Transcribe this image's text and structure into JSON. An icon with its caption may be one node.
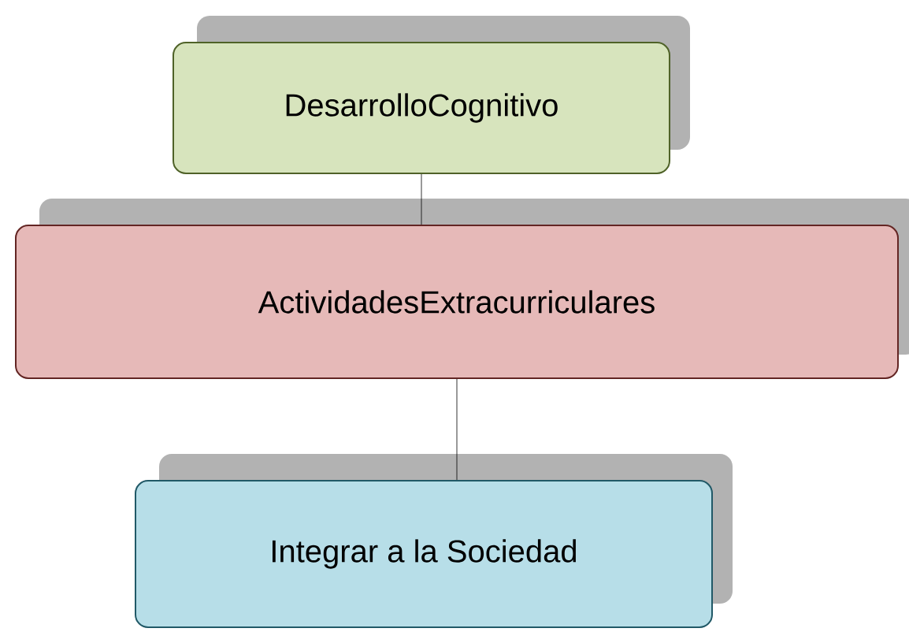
{
  "diagram": {
    "nodes": [
      {
        "text": [
          "DesarrolloCognitivo"
        ]
      },
      {
        "text": [
          "ActividadesExtracurriculares"
        ]
      },
      {
        "text": [
          "Integrar a la Sociedad"
        ]
      }
    ],
    "edges": [
      {
        "from": 0,
        "to": 1,
        "arrow": "none"
      },
      {
        "from": 1,
        "to": 2,
        "arrow": "none"
      }
    ]
  }
}
